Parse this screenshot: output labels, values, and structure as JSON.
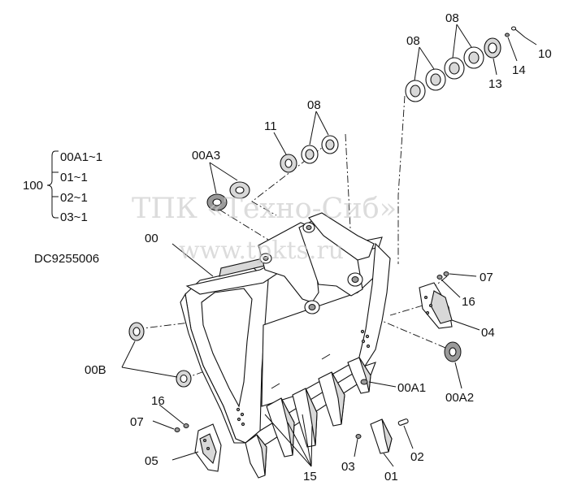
{
  "labels": {
    "assembly_root": "100",
    "variant_1": "00A1~1",
    "variant_2": "01~1",
    "variant_3": "02~1",
    "variant_4": "03~1",
    "drawing_number": "DC9255006",
    "part_00": "00",
    "part_00A1": "00A1",
    "part_00A2": "00A2",
    "part_00A3": "00A3",
    "part_00B": "00B",
    "part_01": "01",
    "part_02": "02",
    "part_03": "03",
    "part_04": "04",
    "part_05": "05",
    "part_07_right": "07",
    "part_07_left": "07",
    "part_08_center": "08",
    "part_08_top_left": "08",
    "part_08_top_right": "08",
    "part_10": "10",
    "part_11": "11",
    "part_13": "13",
    "part_14": "14",
    "part_15": "15",
    "part_16_right": "16",
    "part_16_left": "16"
  },
  "watermark": {
    "line1": "ТПК «Техно-Сиб»",
    "line2": "www.tpkts.ru"
  }
}
